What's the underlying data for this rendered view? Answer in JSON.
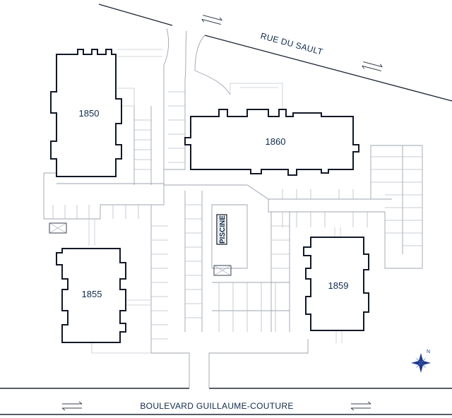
{
  "streets": {
    "north": "RUE DU SAULT",
    "south": "BOULEVARD GUILLAUME-COUTURE"
  },
  "buildings": {
    "b1850": "1850",
    "b1860": "1860",
    "b1855": "1855",
    "b1859": "1859"
  },
  "pool": "PISCINE",
  "compass": {
    "north_letter": "N",
    "color": "#1e3a8a"
  },
  "colors": {
    "building_stroke": "#111827",
    "label": "#0f2a4a"
  }
}
